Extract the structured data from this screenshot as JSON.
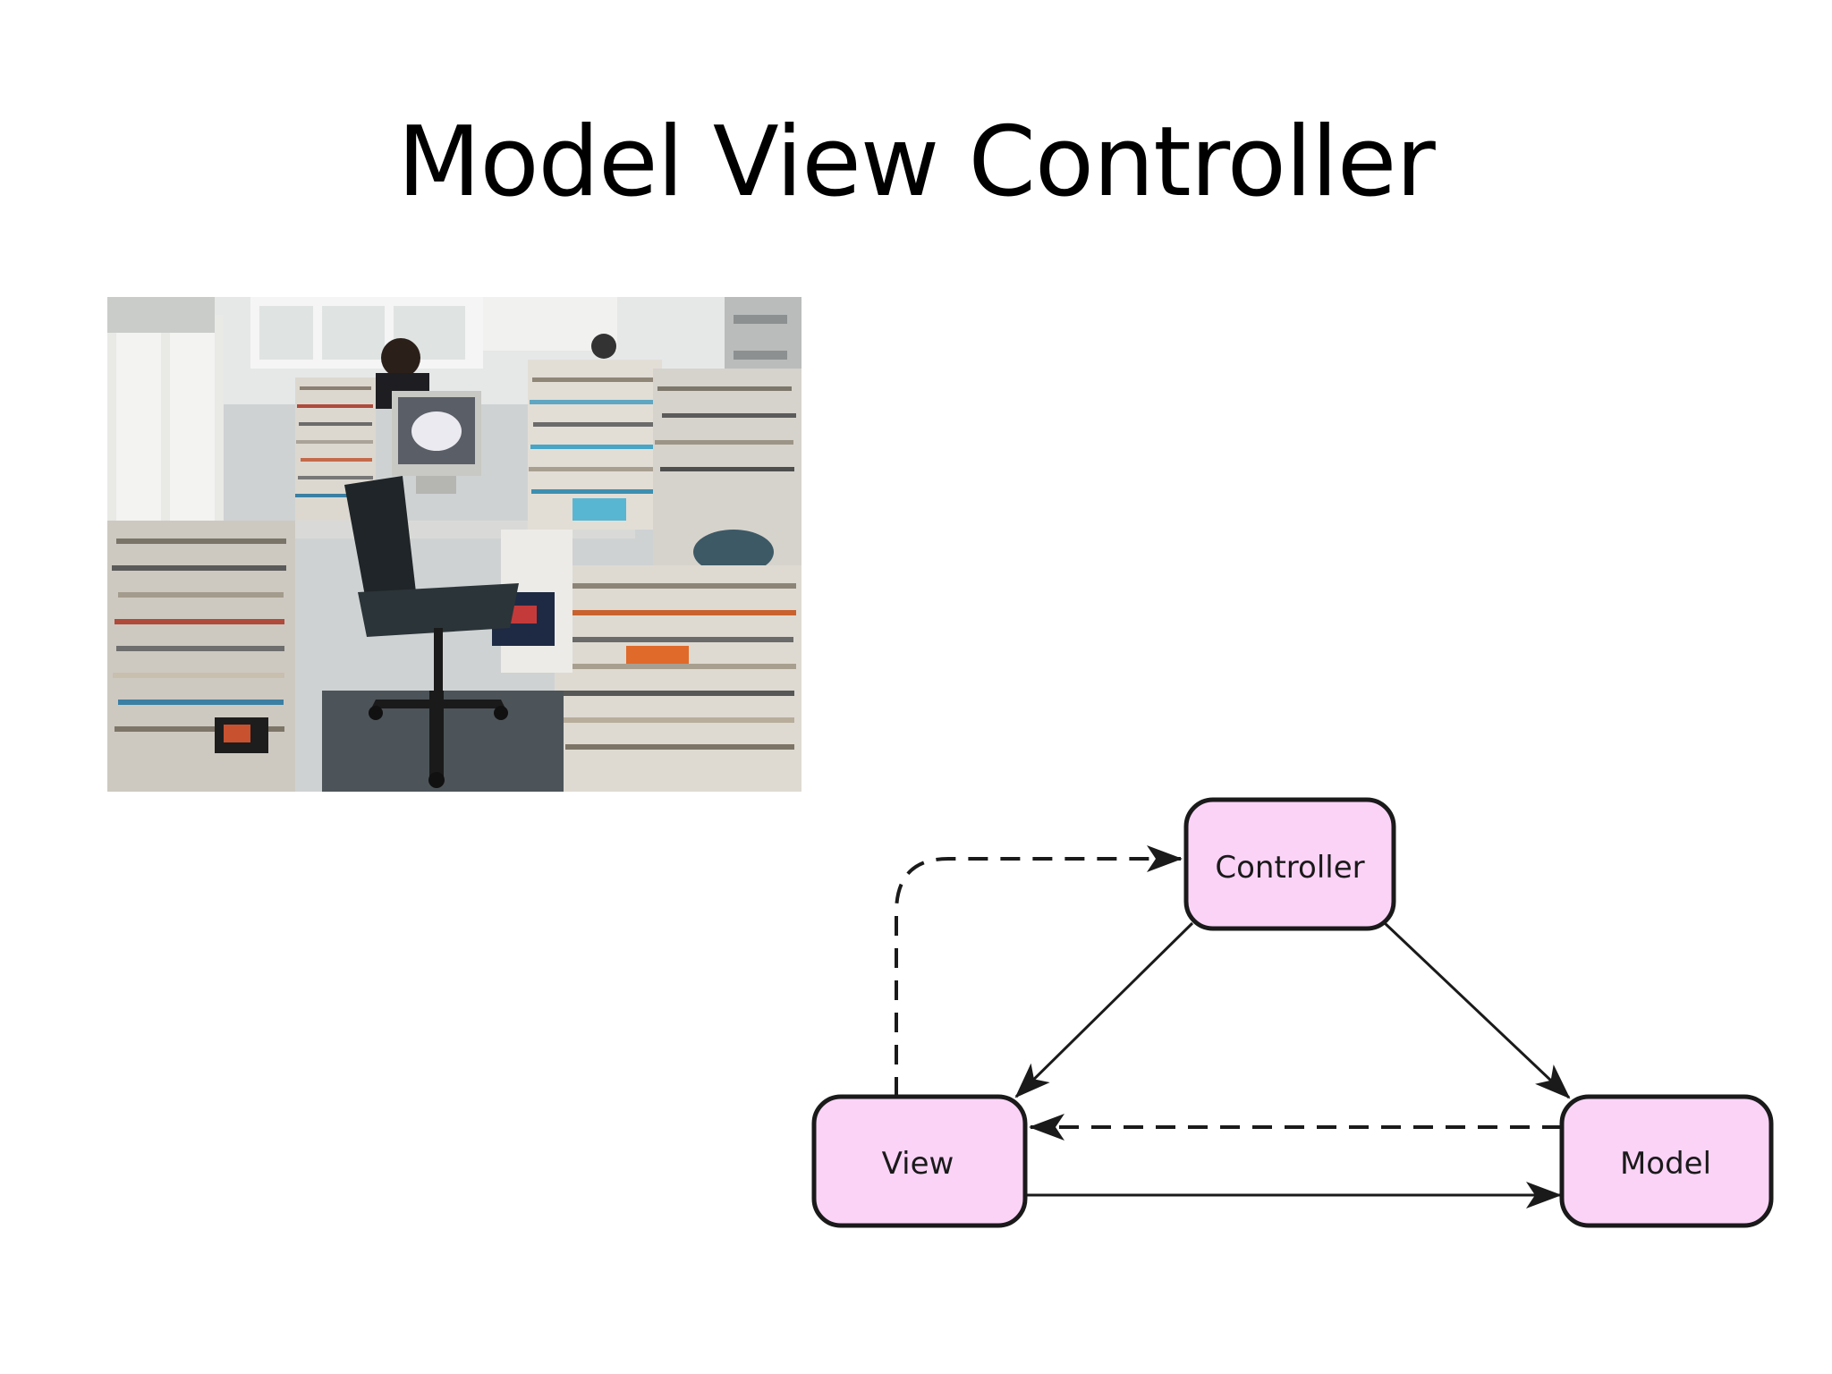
{
  "slide": {
    "title": "Model View Controller"
  },
  "photo": {
    "subject": "cluttered-office-photo"
  },
  "diagram": {
    "node_fill": "#fbd3f7",
    "node_stroke": "#1a1a1a",
    "nodes": {
      "controller": "Controller",
      "view": "View",
      "model": "Model"
    },
    "edges": [
      {
        "from": "controller",
        "to": "view",
        "style": "solid"
      },
      {
        "from": "controller",
        "to": "model",
        "style": "solid"
      },
      {
        "from": "view",
        "to": "model",
        "style": "solid"
      },
      {
        "from": "model",
        "to": "view",
        "style": "dashed"
      },
      {
        "from": "view",
        "to": "controller",
        "style": "dashed"
      }
    ]
  }
}
